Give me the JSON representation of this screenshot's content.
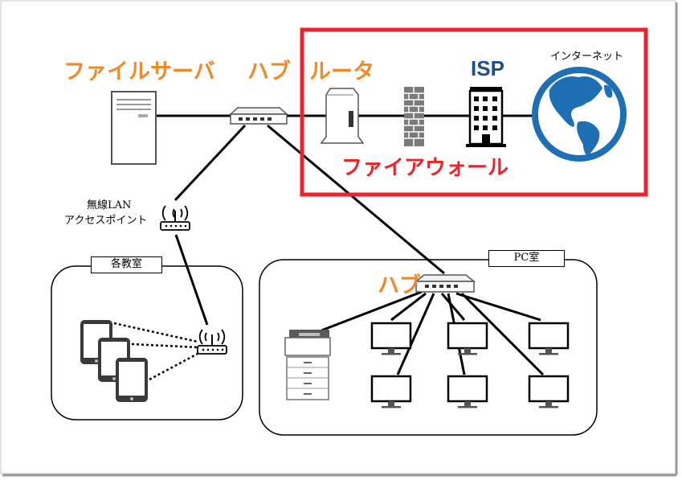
{
  "labels": {
    "file_server": "ファイルサーバ",
    "hub_top": "ハブ",
    "router": "ルータ",
    "isp": "ISP",
    "internet": "インターネット",
    "firewall": "ファイアウォール",
    "wireless_lan": "無線LAN",
    "access_point": "アクセスポイント",
    "classroom": "各教室",
    "pc_room": "PC室",
    "hub_pc": "ハブ"
  },
  "colors": {
    "highlight_label": "#ee8a2a",
    "firewall_label": "#e8242e",
    "security_frame": "#e8242e",
    "globe": "#1f6fb5",
    "isp_logo": "#1f4e8c"
  },
  "icons": [
    "server-icon",
    "hub-icon",
    "router-icon",
    "firewall-brick-icon",
    "isp-building-icon",
    "globe-icon",
    "wireless-access-point-icon",
    "tablet-icon",
    "multifunction-printer-icon",
    "monitor-icon"
  ]
}
